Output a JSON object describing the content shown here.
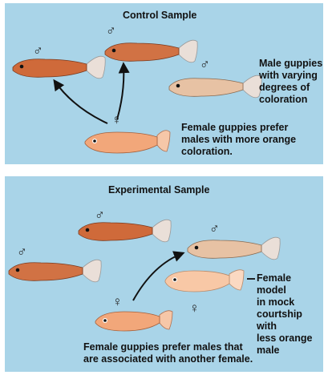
{
  "control": {
    "title": "Control Sample",
    "male_label": [
      "Male guppies",
      "with varying",
      "degrees of",
      "coloration"
    ],
    "female_caption": [
      "Female guppies prefer",
      "males with more orange",
      "coloration."
    ]
  },
  "experimental": {
    "title": "Experimental Sample",
    "model_label": [
      "Female model",
      "in mock",
      "courtship with",
      "less orange",
      "male"
    ],
    "female_caption": [
      "Female guppies prefer males that",
      "are associated with another female."
    ]
  },
  "symbols": {
    "male": "♂",
    "female": "♀"
  },
  "colors": {
    "panel_bg": "#a9d4e8",
    "orange_male": "#cf6a3a",
    "pale_male": "#e7c2a4",
    "female": "#f2a77a",
    "model": "#f8c8a6",
    "arrow": "#111111"
  }
}
